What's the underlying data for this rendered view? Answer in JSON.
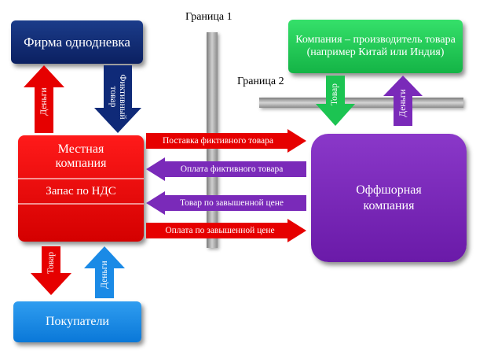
{
  "boundaries": {
    "border1": "Граница 1",
    "border2": "Граница 2"
  },
  "entities": {
    "shell_firm": "Фирма однодневка",
    "producer": "Компания – производитель товара (например Китай или Индия)",
    "local_company": "Местная компания",
    "vat_reserve": "Запас по НДС",
    "offshore": "Оффшорная компания",
    "buyers": "Покупатели"
  },
  "flows": {
    "money_up": "Деньги",
    "fictitious_goods": "Фиктивный товар",
    "goods_to_offshore": "Товар",
    "money_to_producer": "Деньги",
    "goods_down": "Товар",
    "money_from_buyers": "Деньги",
    "h1": "Поставка фиктивного товара",
    "h2": "Оплата фиктивного товара",
    "h3": "Товар по завышенной цене",
    "h4": "Оплата по завышенной цене"
  },
  "colors": {
    "red": "#e60000",
    "purple": "#7a2ab9",
    "navy": "#0f2a78",
    "green": "#1cc452",
    "blue": "#1a8ae6",
    "gray": "#9a9a9a"
  }
}
